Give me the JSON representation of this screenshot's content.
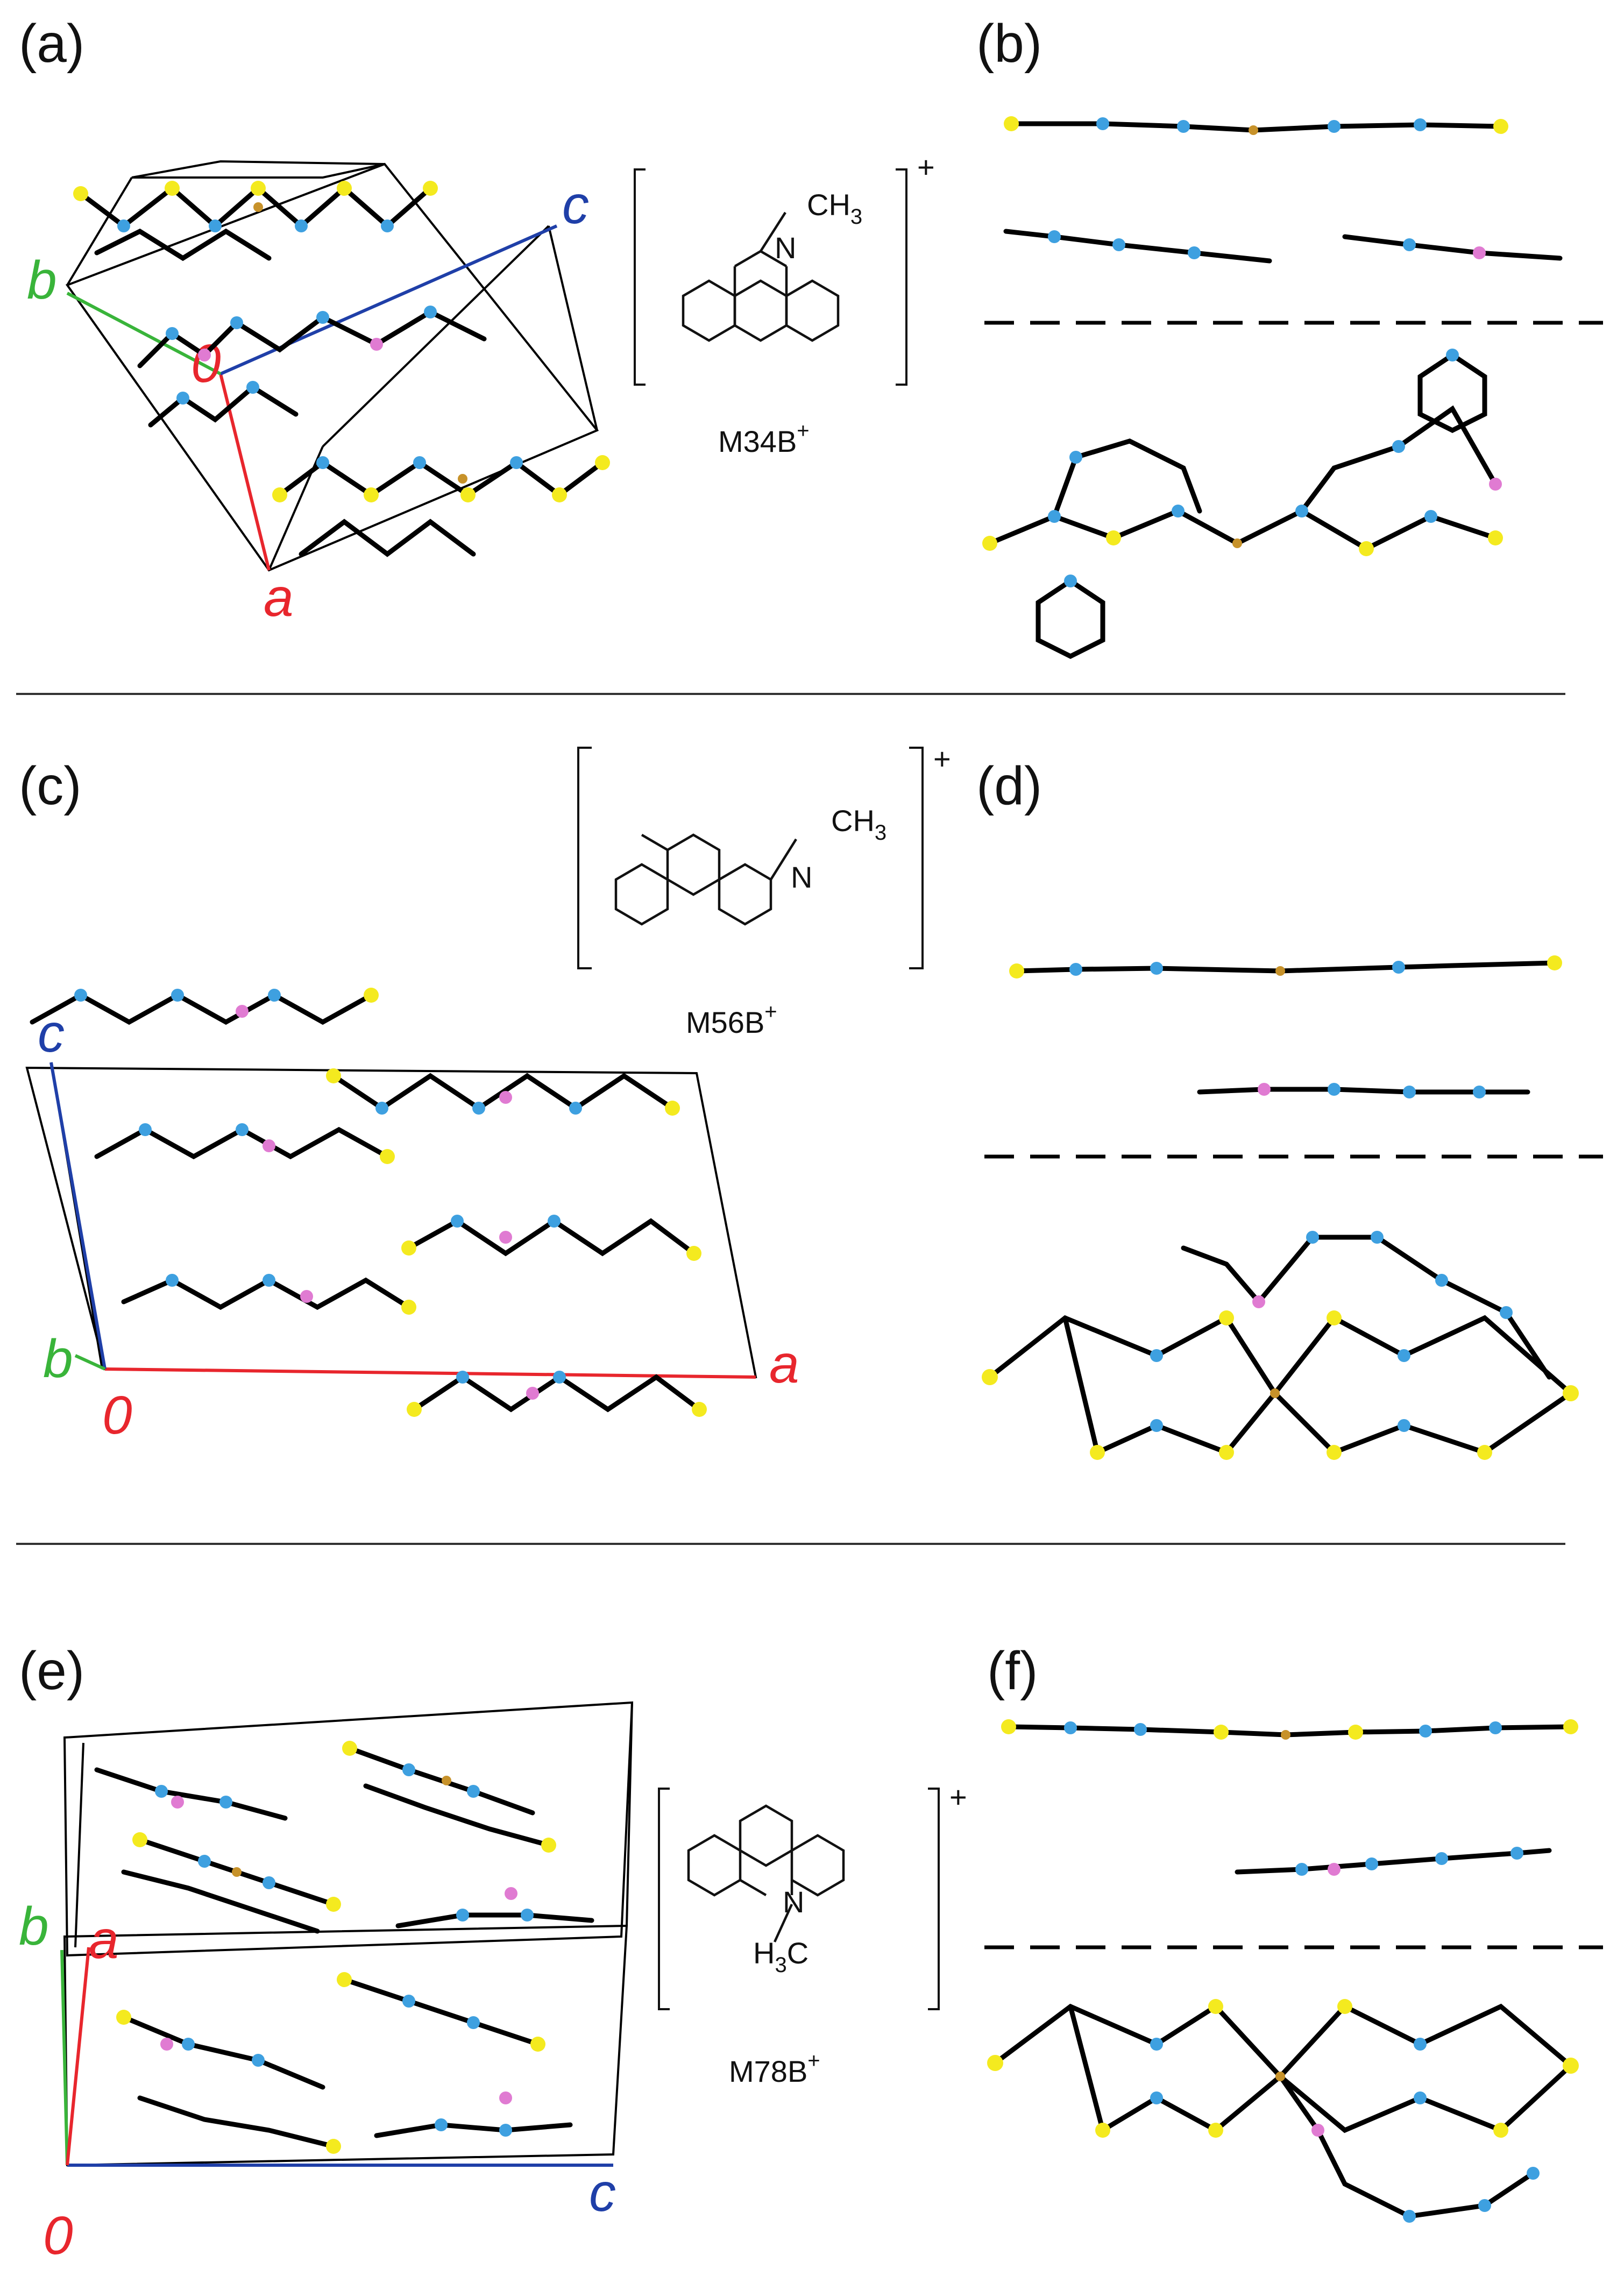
{
  "panels": {
    "a": {
      "label": "(a)",
      "axes": {
        "a": "a",
        "b": "b",
        "c": "c",
        "origin": "0"
      }
    },
    "b": {
      "label": "(b)"
    },
    "c": {
      "label": "(c)",
      "axes": {
        "a": "a",
        "b": "b",
        "c": "c",
        "origin": "0"
      }
    },
    "d": {
      "label": "(d)"
    },
    "e": {
      "label": "(e)",
      "axes": {
        "a": "a",
        "b": "b",
        "c": "c",
        "origin": "0"
      }
    },
    "f": {
      "label": "(f)"
    }
  },
  "molecules": [
    {
      "name_base": "M34B",
      "charge": "+",
      "substituent": "CH",
      "sub_index": "3",
      "heteroatom": "N"
    },
    {
      "name_base": "M56B",
      "charge": "+",
      "substituent": "CH",
      "sub_index": "3",
      "heteroatom": "N"
    },
    {
      "name_base": "M78B",
      "charge": "+",
      "substituent_prefix": "H",
      "sub_index": "3",
      "substituent_suffix": "C",
      "heteroatom": "N"
    }
  ],
  "colors": {
    "axis_a": "#e8262d",
    "axis_b": "#39b43a",
    "axis_c": "#1f3fa8",
    "sulfur": "#f4ea1f",
    "carbon": "#3ea0e0",
    "nitrogen": "#e07bd2",
    "metal": "#c7922a",
    "hydrogen": "#ffffff"
  }
}
